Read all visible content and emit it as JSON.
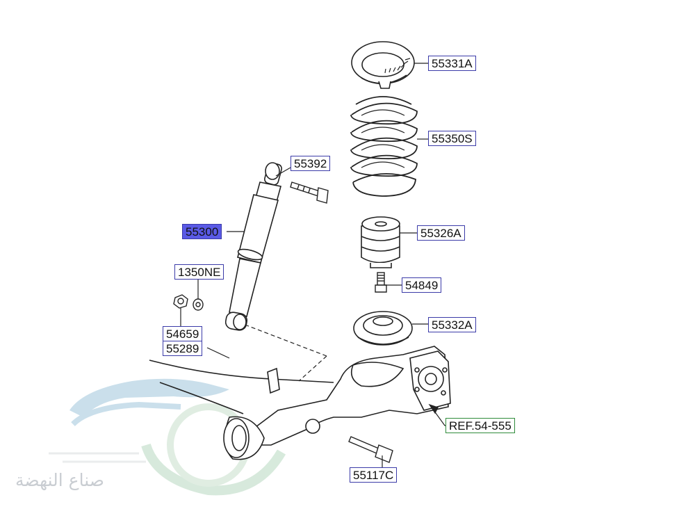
{
  "parts": {
    "p55331A": "55331A",
    "p55350S": "55350S",
    "p55392": "55392",
    "p55300": "55300",
    "p55326A": "55326A",
    "p1350NE": "1350NE",
    "p54849": "54849",
    "p54659": "54659",
    "p55289": "55289",
    "p55332A": "55332A",
    "ref": "REF.54-555",
    "p55117C": "55117C"
  },
  "selected_part": "55300",
  "watermark": {
    "text": "صناع النهضة"
  },
  "colors": {
    "label_border": "#3a3aa8",
    "selected_fill": "#5a5ae6",
    "ref_border": "#2e8b3a",
    "line": "#222222"
  }
}
